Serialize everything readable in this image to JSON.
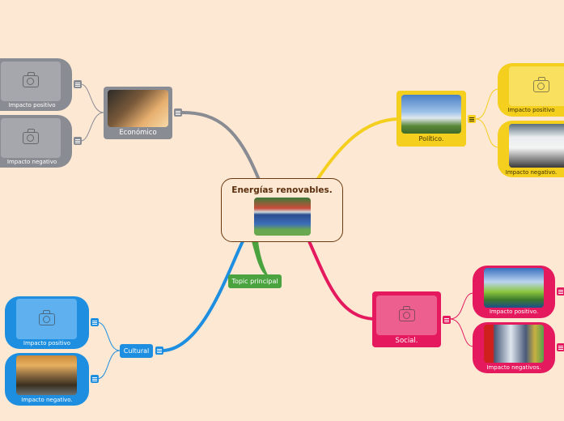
{
  "central": {
    "title": "Energías renovables."
  },
  "topic_principal": {
    "label": "Topic principal"
  },
  "colors": {
    "economico": "#8a8c93",
    "politico": "#f5cf1e",
    "social": "#e4195e",
    "cultural": "#1e8fe0",
    "topic": "#4aa33f",
    "central_border": "#6b3a10",
    "background": "#fde8d4"
  },
  "branches": {
    "economico": {
      "label": "Económico",
      "children": [
        "Impacto positivo",
        "Impacto negativo"
      ]
    },
    "politico": {
      "label": "Político.",
      "children": [
        "Impacto positivo",
        "Impacto negativo."
      ]
    },
    "social": {
      "label": "Social.",
      "children": [
        "Impacto positivo.",
        "Impacto negativos."
      ]
    },
    "cultural": {
      "label": "Cultural",
      "children": [
        "Impacto positivo",
        "Impacto negativo."
      ]
    }
  },
  "icons": {
    "placeholder": "camera-icon",
    "toggle": "collapse-menu-icon"
  }
}
